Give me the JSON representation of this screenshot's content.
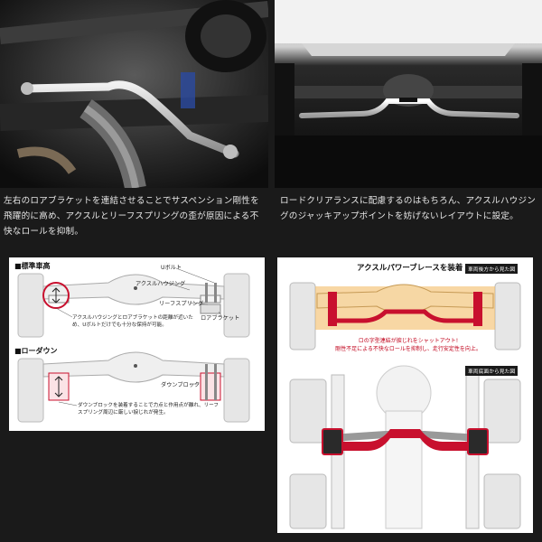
{
  "panels": {
    "top_left": {
      "caption": "左右のロアブラケットを連結させることでサスペンション剛性を飛躍的に高め、アクスルとリーフスプリングの歪が原因による不快なロールを抑制。"
    },
    "top_right": {
      "caption": "ロードクリアランスに配慮するのはもちろん、アクスルハウジングのジャッキアップポイントを妨げないレイアウトに設定。"
    },
    "bottom_left": {
      "section_standard": "■標準車高",
      "section_lowered": "■ローダウン",
      "labels": {
        "u_bolt": "Uボルト",
        "axle_housing": "アクスルハウジング",
        "leaf_spring": "リーフスプリング",
        "lower_bracket": "ロアブラケット",
        "down_block": "ダウンブロック"
      },
      "note_standard": "アクスルハウジングとロアブラケットの距離が近いため、Uボルトだけでも十分な保持が可能。",
      "note_lowered": "ダウンブロックを装着することで力点と作用点が離れ、リーフスプリング周辺に厳しい捩じれが発生。"
    },
    "bottom_right": {
      "title": "アクスルパワーブレースを装着",
      "tag_rear": "車両後方から見た図",
      "tag_bottom": "車両底面から見た図",
      "red_note": "ロの字型連結が捩じれをシャットアウト!\n剛性不足による不快なロールを抑制し、走行安定性を向上。"
    }
  },
  "colors": {
    "accent_red": "#c8102e",
    "background": "#1a1a1a",
    "highlight_orange": "#f3b65a"
  }
}
